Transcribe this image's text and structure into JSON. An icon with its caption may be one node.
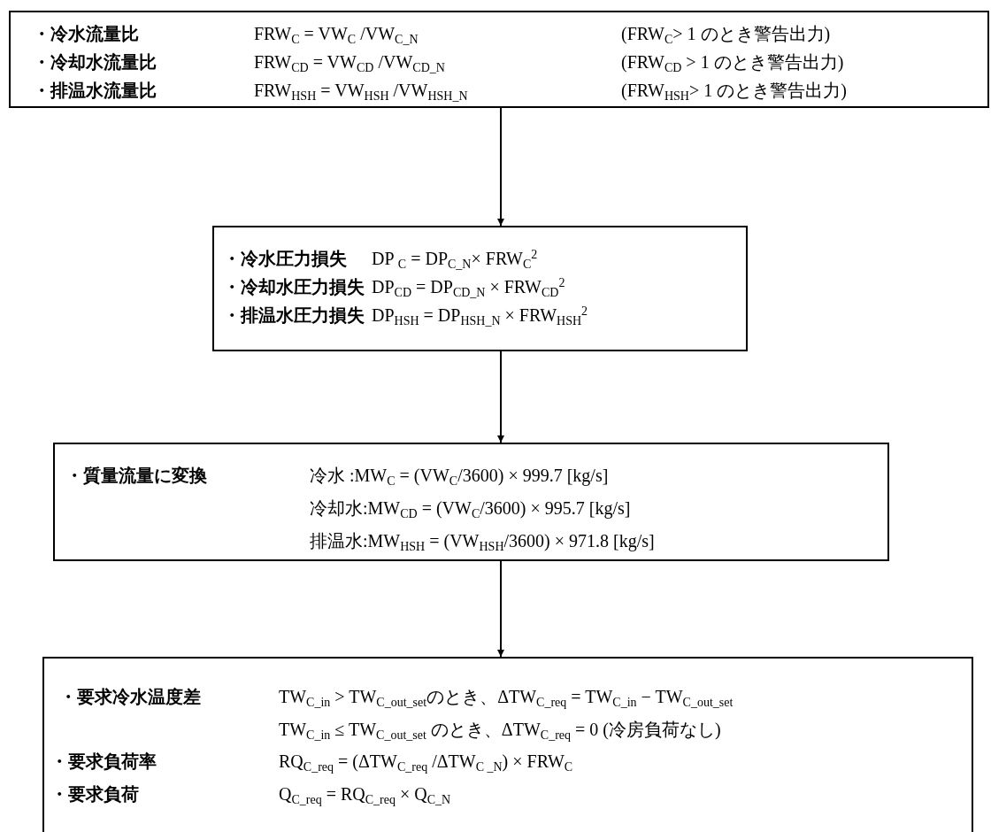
{
  "diagram": {
    "nodes": [
      {
        "text": [
          "・冷水流量比",
          "FRW$_{C}$ = VW$_{C}$ /VW$_{C_N}$",
          "(FRW$_{C}$> 1 のとき警告出力)",
          "・冷却水流量比",
          "FRW$_{CD}$ = VW$_{CD}$ /VW$_{CD_N}$",
          "(FRW$_{CD}$ > 1 のとき警告出力)",
          "・排温水流量比",
          "FRW$_{HSH}$ = VW$_{HSH}$ /VW$_{HSH_N}$",
          "(FRW$_{HSH}$> 1 のとき警告出力)"
        ]
      },
      {
        "text": [
          "・冷水圧力損失",
          "DP $_{C}$ = DP$_{C_N}$× FRW$_{C}$$^{2}$",
          "・冷却水圧力損失",
          "DP$_{CD}$ = DP$_{CD_N}$ × FRW$_{CD}$$^{2}$",
          "・排温水圧力損失",
          "DP$_{HSH}$ = DP$_{HSH_N}$ × FRW$_{HSH}$$^{2}$"
        ]
      },
      {
        "text": [
          "・質量流量に変換",
          "冷水 :MW$_{C}$ = (VW$_{C}$/3600) × 999.7 [kg/s]",
          "冷却水:MW$_{CD}$ = (VW$_{C}$/3600) × 995.7 [kg/s]",
          "排温水:MW$_{HSH}$ = (VW$_{HSH}$/3600) × 971.8 [kg/s]"
        ]
      },
      {
        "text": [
          "・要求冷水温度差",
          "TW$_{C_in}$ > TW$_{C_out_set}$のとき、ΔTW$_{C_req}$ = TW$_{C_in}$ − TW$_{C_out_set}$",
          "TW$_{C_in}$ ≤ TW$_{C_out_set}$ のとき、ΔTW$_{C_req}$ = 0 (冷房負荷なし)",
          "・要求負荷率",
          "RQ$_{C_req}$ = (ΔTW$_{C_req}$ /ΔTW$_{C _N}$) × FRW$_{C}$",
          "・要求負荷",
          "Q$_{C_req}$ = RQ$_{C_req}$ × Q$_{C_N}$"
        ]
      }
    ],
    "edges": [
      {
        "from": 0,
        "to": 1,
        "arrow": "to"
      },
      {
        "from": 1,
        "to": 2,
        "arrow": "to"
      },
      {
        "from": 2,
        "to": 3,
        "arrow": "to"
      }
    ]
  }
}
